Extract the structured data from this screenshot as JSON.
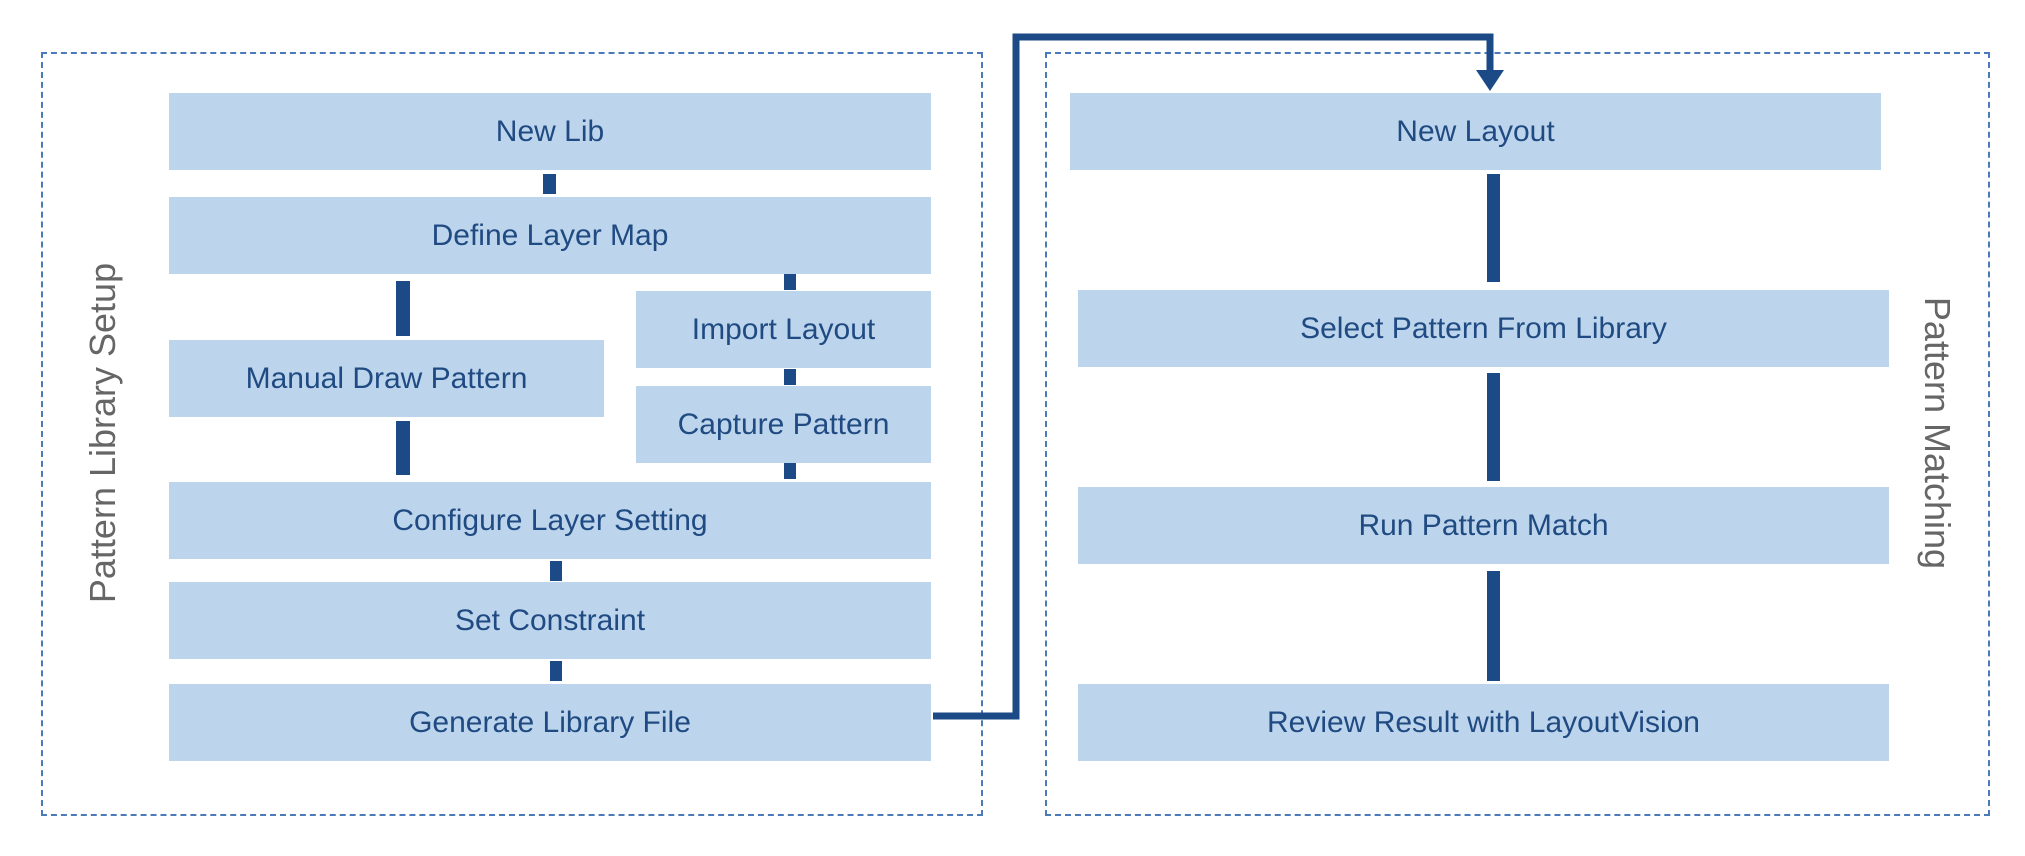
{
  "left_panel": {
    "title": "Pattern Library Setup",
    "steps": {
      "new_lib": "New Lib",
      "define_layer_map": "Define Layer Map",
      "import_layout": "Import Layout",
      "manual_draw_pattern": "Manual Draw Pattern",
      "capture_pattern": "Capture Pattern",
      "configure_layer_setting": "Configure Layer Setting",
      "set_constraint": "Set Constraint",
      "generate_library_file": "Generate Library File"
    }
  },
  "right_panel": {
    "title": "Pattern Matching",
    "steps": {
      "new_layout": "New Layout",
      "select_pattern": "Select Pattern From Library",
      "run_pattern_match": "Run Pattern Match",
      "review_result": "Review Result with LayoutVision"
    }
  },
  "colors": {
    "box_fill": "#bdd5ec",
    "box_text": "#1f4a82",
    "connector": "#1b4a86",
    "panel_border": "#4a7ab8",
    "panel_label": "#666666"
  }
}
